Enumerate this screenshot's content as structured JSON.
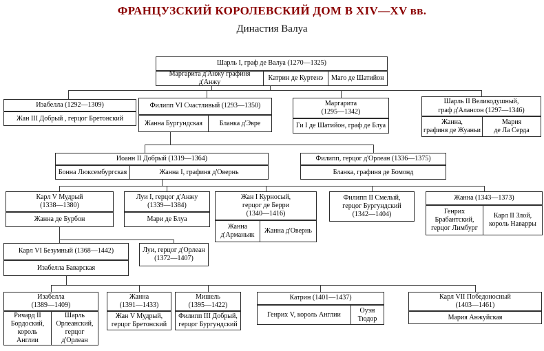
{
  "title": "ФРАНЦУЗСКИЙ КОРОЛЕВСКИЙ ДОМ В XIV—XV вв.",
  "subtitle": "Династия Валуа",
  "colors": {
    "title_text": "#8b0000",
    "box_border": "#2d2d2d",
    "connector_line": "#3a3a3a",
    "background": "#ffffff"
  },
  "nodes": {
    "charles1": {
      "name": "Шарль I, граф де Валуа (1270—1325)",
      "spouses": [
        "Маргарита д'Анжу графиня д'Анжу",
        "Катрин де Куртенэ",
        "Маго де Шатийон"
      ]
    },
    "izabella1292": {
      "name": "Изабелла  (1292—1309)",
      "spouses": [
        "Жан III Добрый , герцог Бретонский"
      ]
    },
    "philippe6": {
      "name": "Филипп VI Счастливый  (1293—1350)",
      "spouses": [
        "Жанна Бургундская",
        "Бланка д'Эвре"
      ]
    },
    "marguerite": {
      "name": "Маргарита\n(1295—1342)",
      "spouses": [
        "Ги I де Шатийон, граф де Блуа"
      ]
    },
    "charles2": {
      "name": "Шарль II Великодушный,\nграф д'Алансон (1297—1346)",
      "spouses": [
        "Жанна,\nграфиня де Жуаньи",
        "Мария\nде Ла Серда"
      ]
    },
    "jean2": {
      "name": "Иоанн II Добрый  (1319—1364)",
      "spouses": [
        "Бонна Люксембургская",
        "Жанна I, графиня д'Овернь"
      ]
    },
    "philippeOrl": {
      "name": "Филипп, герцог д'Орлеан (1336—1375)",
      "spouses": [
        "Бланка, графиня де Бомонд"
      ]
    },
    "charles5": {
      "name": "Карл V Мудрый\n(1338—1380)",
      "spouses": [
        "Жанна де Бурбон"
      ]
    },
    "louis1": {
      "name": "Луи I, герцог д'Анжу\n(1339—1384)",
      "spouses": [
        "Мари де Блуа"
      ]
    },
    "jean1berry": {
      "name": "Жан I Курносый,\nгерцог де Берри\n(1340—1416)",
      "spouses": [
        "Жанна\nд'Арманьяк",
        "Жанна д'Овернь"
      ]
    },
    "philippe2": {
      "name": "Филипп II Смелый,\nгерцог Бургундский\n(1342—1404)",
      "spouses": []
    },
    "jeanne1343": {
      "name": "Жанна (1343—1373)",
      "spouses": [
        "Генрих\nБрабантский,\nгерцог Лимбург",
        "Карл II Злой,\nкороль Наварры"
      ]
    },
    "charles6": {
      "name": "Карл VI Безумный  (1368—1442)",
      "spouses": [
        "Изабелла Баварская"
      ]
    },
    "louisOrl": {
      "name": "Луи, герцог д'Орлеан\n(1372—1407)",
      "spouses": []
    },
    "izabella1389": {
      "name": "Изабелла\n(1389—1409)",
      "spouses": [
        "Ричард II\nБордоский,\nкороль\nАнглии",
        "Шарль\nОрлеанский,\nгерцог\nд'Орлеан"
      ]
    },
    "jeanne1391": {
      "name": "Жанна\n(1391—1433)",
      "spouses": [
        "Жан V Мудрый,\nгерцог Бретонский"
      ]
    },
    "michelle": {
      "name": "Мишель\n(1395—1422)",
      "spouses": [
        "Филипп III Добрый,\nгерцог Бургундский"
      ]
    },
    "catherine": {
      "name": "Катрин (1401—1437)",
      "spouses": [
        "Генрих V, король Англии",
        "Оуэн\nТюдор"
      ]
    },
    "charles7": {
      "name": "Карл VII Победоносный\n(1403—1461)",
      "spouses": [
        "Мария Анжуйская"
      ]
    }
  }
}
